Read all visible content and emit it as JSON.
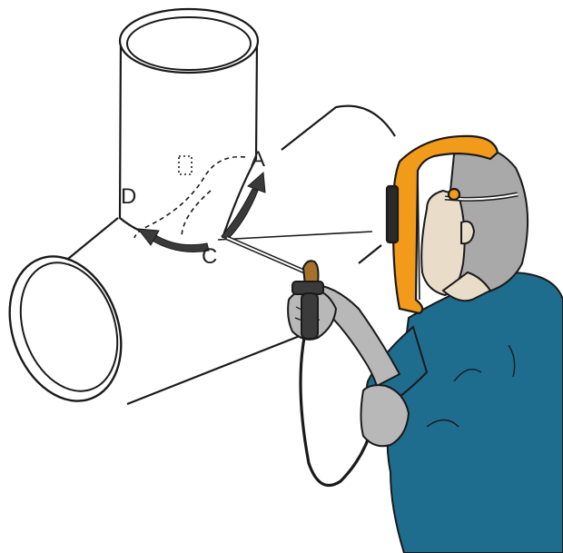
{
  "labels": {
    "point_a": "A",
    "point_c": "C",
    "point_d": "D"
  },
  "colors": {
    "helmet": "#f29a1a",
    "shirt": "#1e6d8f",
    "glove": "#b8b8b8",
    "hair": "#a9a9a9",
    "skin": "#e9dcc9",
    "electrode_holder": "#a6712a",
    "arrow": "#3a3a3a",
    "outline": "#1a1a1a",
    "pipe": "#ffffff"
  },
  "icons": {
    "weld_direction": "curved-arrow-icon",
    "start_marker": "dotted-square-icon"
  }
}
